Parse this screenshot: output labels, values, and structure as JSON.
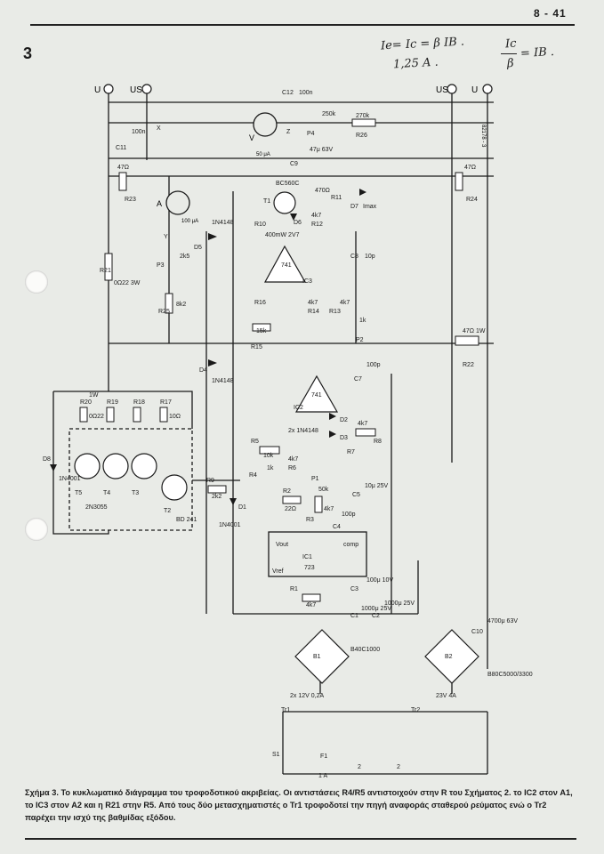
{
  "page": {
    "number": "8 - 41",
    "figure_number": "3"
  },
  "handwritten": {
    "line1": "Ie= Ic = β IB .",
    "line2": "1,25 A .",
    "fraction_num": "Ic",
    "fraction_den": "β",
    "fraction_rhs": "= IB ."
  },
  "caption": "Σχήμα 3. Το κυκλωματικό διάγραμμα του τροφοδοτικού ακριβείας. Οι αντιστάσεις R4/R5 αντιστοιχούν στην R του Σχήματος 2. το IC2 στον A1, το IC3 στον A2 και η R21 στην R5. Από τους δύο μετασχηματιστές ο Tr1 τροφοδοτεί την πηγή αναφοράς σταθερού ρεύματος ενώ ο Tr2 παρέχει την ισχύ της βαθμίδας εξόδου.",
  "diagram": {
    "ref": "82178 - 3",
    "terminals": {
      "u_minus": "U",
      "us_minus": "US",
      "us_plus": "US",
      "u_plus": "U"
    },
    "meters": {
      "voltmeter": "V",
      "voltmeter_range": "50 μA",
      "ammeter": "A",
      "ammeter_range": "100 μA"
    },
    "components": {
      "c12": "C12",
      "c12_val": "100n",
      "c11": "C11",
      "c11_val": "100n",
      "p4": "P4",
      "p4_val": "250k",
      "r26": "R26",
      "r26_val": "270k",
      "c9": "C9",
      "c9_val": "47μ 63V",
      "r23": "R23",
      "r23_val": "47Ω",
      "r24": "R24",
      "r24_val": "47Ω",
      "t1": "T1",
      "t1_type": "BC560C",
      "r11": "R11",
      "r11_val": "470Ω",
      "d7": "D7",
      "imax": "Imax",
      "d5": "D5",
      "d5_type": "1N4148",
      "d6": "D6",
      "d6_val": "400mW 2V7",
      "r10": "R10",
      "r12": "R12",
      "r12_val": "4k7",
      "r21": "R21",
      "r21_val": "0Ω22 3W",
      "p3": "P3",
      "p3_val": "2k5",
      "ic3": "IC3",
      "ic3_type": "741",
      "c8": "C8",
      "c8_val": "10p",
      "r16": "R16",
      "r15": "R15",
      "r15_val": "15k",
      "r14": "R14",
      "r14_val": "4k7",
      "r13": "R13",
      "r13_val": "4k7",
      "p2": "P2",
      "p2_val": "1k",
      "r25": "R25",
      "r25_val": "8k2",
      "r22": "R22",
      "r22_val": "47Ω 1W",
      "d4": "D4",
      "d4_type": "1N4148",
      "ic2": "IC2",
      "ic2_type": "741",
      "c7": "C7",
      "c7_val": "100p",
      "d2d3": "2x 1N4148",
      "d2": "D2",
      "d3": "D3",
      "r20": "R20",
      "r19": "R19",
      "r18": "R18",
      "r17": "R17",
      "r17_val": "10Ω",
      "r_emit": "0Ω22",
      "r_w": "1W",
      "d8": "D8",
      "d8_type": "1N4001",
      "t3": "T3",
      "t4": "T4",
      "t5": "T5",
      "t_type": "2N3055",
      "t2": "T2",
      "t2_type": "BD 241",
      "r9": "R9",
      "r9_val": "2k2",
      "d1": "D1",
      "d1_type": "1N4001",
      "r5": "R5",
      "r5_val": "10k",
      "r4": "R4",
      "r4_val": "1k",
      "r6": "R6",
      "r6_val": "4k7",
      "p1": "P1",
      "p1_val": "50k",
      "r7": "R7",
      "r8": "R8",
      "r8_val": "4k7",
      "c5": "C5",
      "c5_val": "10μ 25V",
      "r2": "R2",
      "r2_val": "22Ω",
      "r3": "R3",
      "r3_val": "4k7",
      "c4": "C4",
      "c4_val": "100p",
      "ic1": "IC1",
      "ic1_type": "723",
      "vref": "Vref",
      "vout": "Vout",
      "comp": "comp",
      "r1": "R1",
      "r1_val": "4k7",
      "c1": "C1",
      "c1_val": "1000μ 25V",
      "c2": "C2",
      "c2_val": "1000μ 25V",
      "c3": "C3",
      "c3_val": "100μ 10V",
      "b1": "B1",
      "b1_type": "B40C1000",
      "b2": "B2",
      "b2_type": "B80C5000/3300",
      "c10": "C10",
      "c10_val": "4700μ 63V",
      "tr1": "Tr1",
      "tr1_val": "2x 12V 0,2A",
      "tr2": "Tr2",
      "tr2_val": "23V 4A",
      "s1": "S1",
      "f1": "F1",
      "f1_val": "1 A",
      "mains_a": "2",
      "mains_b": "2",
      "point_x": "X",
      "point_y": "Y",
      "point_z": "Z"
    }
  }
}
